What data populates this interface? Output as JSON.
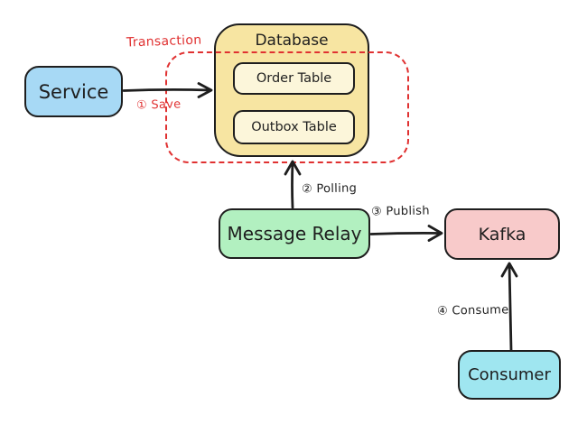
{
  "diagram": {
    "background": "#ffffff",
    "ink": "#1e1e1e",
    "boundary": {
      "label": "Transaction",
      "color": "#e03131"
    },
    "nodes": {
      "service": {
        "label": "Service",
        "fill": "#a7d9f5"
      },
      "database": {
        "label": "Database",
        "fill": "#f7e5a2"
      },
      "order_table": {
        "label": "Order Table",
        "fill": "#fcf6da"
      },
      "outbox_table": {
        "label": "Outbox Table",
        "fill": "#fcf6da"
      },
      "message_relay": {
        "label": "Message Relay",
        "fill": "#b2f0c0"
      },
      "kafka": {
        "label": "Kafka",
        "fill": "#f8caca"
      },
      "consumer": {
        "label": "Consumer",
        "fill": "#9fe6f0"
      }
    },
    "edges": {
      "save": {
        "label": "① Save",
        "color": "#e03131"
      },
      "polling": {
        "label": "② Polling",
        "color": "#1e1e1e"
      },
      "publish": {
        "label": "③ Publish",
        "color": "#1e1e1e"
      },
      "consume": {
        "label": "④ Consume",
        "color": "#1e1e1e"
      }
    }
  }
}
